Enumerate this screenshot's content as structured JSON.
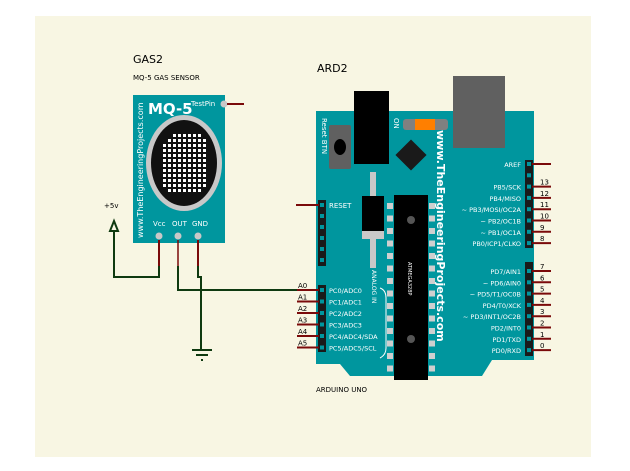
{
  "colors": {
    "sheet": "#f8f6e3",
    "board_teal": "#00969e",
    "wire_green": "#0f3a10",
    "pin_red": "#7a0a0a",
    "header_black": "#1a1a1a",
    "usb_gray": "#606060",
    "led_orange": "#ff7f00"
  },
  "sensor": {
    "ref": "GAS2",
    "description": "MQ-5 GAS SENSOR",
    "model_label": "MQ-5",
    "test_pin_label": "TestPin",
    "side_text": "www.TheEngineeringProjects.com",
    "pins": [
      "Vcc",
      "OUT",
      "GND"
    ]
  },
  "power": {
    "label": "+5v"
  },
  "arduino": {
    "ref": "ARD2",
    "description": "ARDUINO UNO",
    "reset_btn_label": "Reset BTN",
    "on_label": "ON",
    "side_text": "www.TheEngineeringProjects.com",
    "analog_in_label": "ANALOG IN",
    "chip_label": "ATMEGA328P",
    "reset_pin_label": "RESET",
    "analog_pins": [
      {
        "net": "A0",
        "label": "PC0/ADC0"
      },
      {
        "net": "A1",
        "label": "PC1/ADC1"
      },
      {
        "net": "A2",
        "label": "PC2/ADC2"
      },
      {
        "net": "A3",
        "label": "PC3/ADC3"
      },
      {
        "net": "A4",
        "label": "PC4/ADC4/SDA"
      },
      {
        "net": "A5",
        "label": "PC5/ADC5/SCL"
      }
    ],
    "top_header": [
      {
        "num": "",
        "label": "AREF"
      },
      {
        "num": "",
        "label": ""
      },
      {
        "num": "13",
        "label": "PB5/SCK"
      },
      {
        "num": "12",
        "label": "PB4/MISO"
      },
      {
        "num": "11",
        "label": "~ PB3/MOSI/OC2A"
      },
      {
        "num": "10",
        "label": "~ PB2/OC1B"
      },
      {
        "num": "9",
        "label": "~ PB1/OC1A"
      },
      {
        "num": "8",
        "label": "PB0/ICP1/CLKO"
      }
    ],
    "bottom_header": [
      {
        "num": "7",
        "label": "PD7/AIN1"
      },
      {
        "num": "6",
        "label": "~ PD6/AIN0"
      },
      {
        "num": "5",
        "label": "~ PD5/T1/OC0B"
      },
      {
        "num": "4",
        "label": "PD4/T0/XCK"
      },
      {
        "num": "3",
        "label": "~ PD3/INT1/OC2B"
      },
      {
        "num": "2",
        "label": "PD2/INT0"
      },
      {
        "num": "1",
        "label": "PD1/TXD"
      },
      {
        "num": "0",
        "label": "PD0/RXD"
      }
    ]
  }
}
